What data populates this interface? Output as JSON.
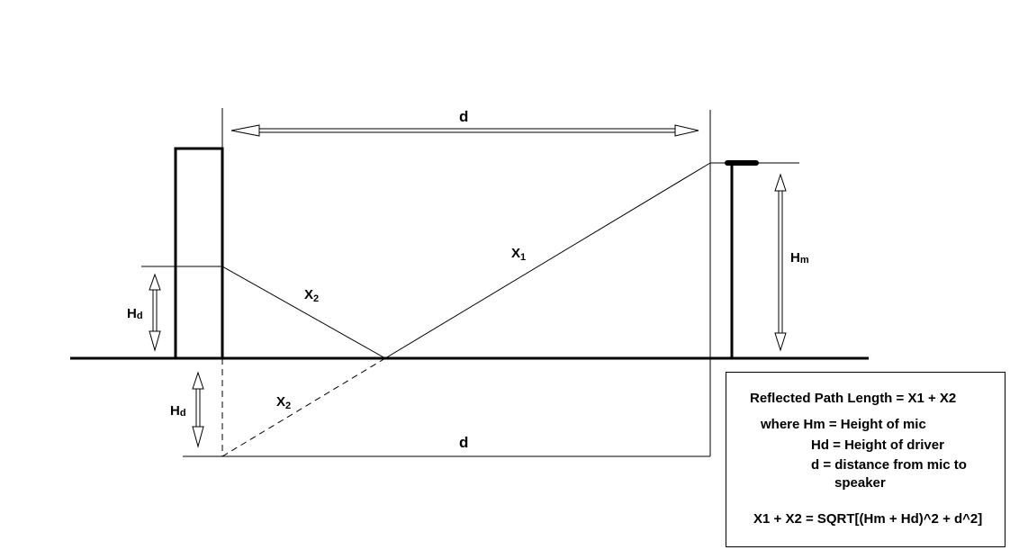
{
  "labels": {
    "d_top": "d",
    "d_bottom": "d",
    "x1": {
      "main": "X",
      "sub": "1"
    },
    "x2_upper": {
      "main": "X",
      "sub": "2"
    },
    "x2_lower": {
      "main": "X",
      "sub": "2"
    },
    "hm": {
      "main": "H",
      "sub": "m"
    },
    "hd_upper": {
      "main": "H",
      "sub": "d"
    },
    "hd_lower": {
      "main": "H",
      "sub": "d"
    }
  },
  "legend": {
    "line1": "Reflected Path Length = X1 + X2",
    "line2": "where Hm = Height of mic",
    "line3": "Hd = Height of driver",
    "line4": "d = distance from mic to",
    "line5": "speaker",
    "line6": "X1 + X2 = SQRT[(Hm + Hd)^2 + d^2]"
  }
}
